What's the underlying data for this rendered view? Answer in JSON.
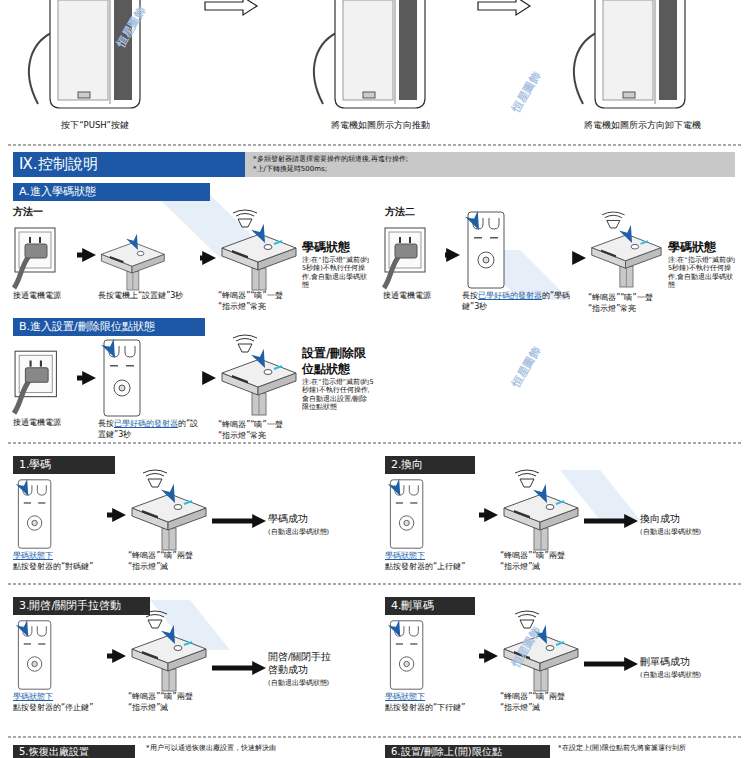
{
  "diagram": {
    "nodes": [
      {
        "text": [
          "Ⅸ.控制說明"
        ]
      },
      {
        "text": [
          "*多頻發射器請選擇需要操作的頻道後,再進行操作;",
          "*上/下轉換延時500ms;"
        ]
      },
      {
        "text": [
          "A.進入學碼狀態"
        ]
      },
      {
        "text": [
          "接通電機電源"
        ]
      },
      {
        "text": [
          "長按電機上“設置鍵”3秒"
        ]
      },
      {
        "text": [
          "“蜂鳴器”“嘀”一聲",
          "“指示燈”常亮"
        ]
      },
      {
        "text": [
          "接通電機電源"
        ]
      },
      {
        "text": [
          "長按",
          "已學好碼的發射器",
          "的“學碼鍵”3秒"
        ]
      },
      {
        "text": [
          "“蜂鳴器”“嘀”一聲",
          "“指示燈”常亮"
        ]
      },
      {
        "text": [
          "B.進入設置/刪除限位點狀態"
        ]
      },
      {
        "text": [
          "接通電機電源"
        ]
      },
      {
        "text": [
          "長按",
          "已學好碼的發射器",
          "的“設置鍵”3秒"
        ]
      },
      {
        "text": [
          "“蜂鳴器”“嘀”一聲",
          "“指示燈”常亮"
        ]
      },
      {
        "text": [
          "1.學碼"
        ]
      },
      {
        "text": [
          "學碼狀態下",
          "點按發射器的“對碼鍵”"
        ]
      },
      {
        "text": [
          "“蜂鳴器”“嘀”兩聲",
          "“指示燈”滅"
        ]
      },
      {
        "text": [
          "學碼成功",
          "(自動退出學碼狀態)"
        ]
      },
      {
        "text": [
          "2.換向"
        ]
      },
      {
        "text": [
          "學碼狀態下",
          "點按發射器的“上行鍵”"
        ]
      },
      {
        "text": [
          "“蜂鳴器”“嘀”兩聲",
          "“指示燈”滅"
        ]
      },
      {
        "text": [
          "換向成功",
          "(自動退出學碼狀態)"
        ]
      },
      {
        "text": [
          "3.開啓/關閉手拉啓動"
        ]
      },
      {
        "text": [
          "學碼狀態下",
          "點按發射器的“停止鍵”"
        ]
      },
      {
        "text": [
          "“蜂鳴器”“嘀”兩聲",
          "“指示燈”滅"
        ]
      },
      {
        "text": [
          "開啓/關閉手拉啓動成功",
          "(自動退出學碼狀態)"
        ]
      },
      {
        "text": [
          "4.刪單碼"
        ]
      },
      {
        "text": [
          "學碼狀態下",
          "點按發射器的“下行鍵”"
        ]
      },
      {
        "text": [
          "“蜂鳴器”“嘀”兩聲",
          "“指示燈”滅"
        ]
      },
      {
        "text": [
          "刪單碼成功",
          "(自動退出學碼狀態)"
        ]
      },
      {
        "text": [
          "5.恢復出廠設置"
        ]
      },
      {
        "text": [
          "6.設置/刪除上(開)限位點"
        ]
      }
    ],
    "edges": [
      {
        "from": 3,
        "to": 4,
        "arrow": "to"
      },
      {
        "from": 4,
        "to": 5,
        "arrow": "to"
      },
      {
        "from": 6,
        "to": 7,
        "arrow": "to"
      },
      {
        "from": 7,
        "to": 8,
        "arrow": "to"
      },
      {
        "from": 10,
        "to": 11,
        "arrow": "to"
      },
      {
        "from": 11,
        "to": 12,
        "arrow": "to"
      },
      {
        "from": 14,
        "to": 15,
        "arrow": "to"
      },
      {
        "from": 15,
        "to": 16,
        "arrow": "to"
      },
      {
        "from": 18,
        "to": 19,
        "arrow": "to"
      },
      {
        "from": 19,
        "to": 20,
        "arrow": "to"
      },
      {
        "from": 22,
        "to": 23,
        "arrow": "to"
      },
      {
        "from": 23,
        "to": 24,
        "arrow": "to"
      },
      {
        "from": 26,
        "to": 27,
        "arrow": "to"
      },
      {
        "from": 27,
        "to": 28,
        "arrow": "to"
      }
    ],
    "labels": [
      "按下“PUSH”按鍵",
      "將電機如圖所示方向推動",
      "將電機如圖所示方向卸下電機",
      "方法一",
      "方法二",
      "學碼狀態",
      "注:在“指示燈”滅前(約5秒鐘)不執行任何操作,會自動退出學碼狀態",
      "學碼狀態",
      "注:在“指示燈”滅前(約5秒鐘)不執行任何操作,會自動退出學碼狀態",
      "設置/刪除限位點狀態",
      "注:在“指示燈”滅前(約5秒鐘)不執行任何操作,會自動退出設置/刪除限位點狀態",
      "*用户可以通過恢復出廠設置，快速解決由",
      "*在設定上(開)限位點前先將窗簾運行到所",
      "恒星圖飾",
      "恒星圖飾",
      "恒星圖飾",
      "恒星圖飾"
    ]
  }
}
